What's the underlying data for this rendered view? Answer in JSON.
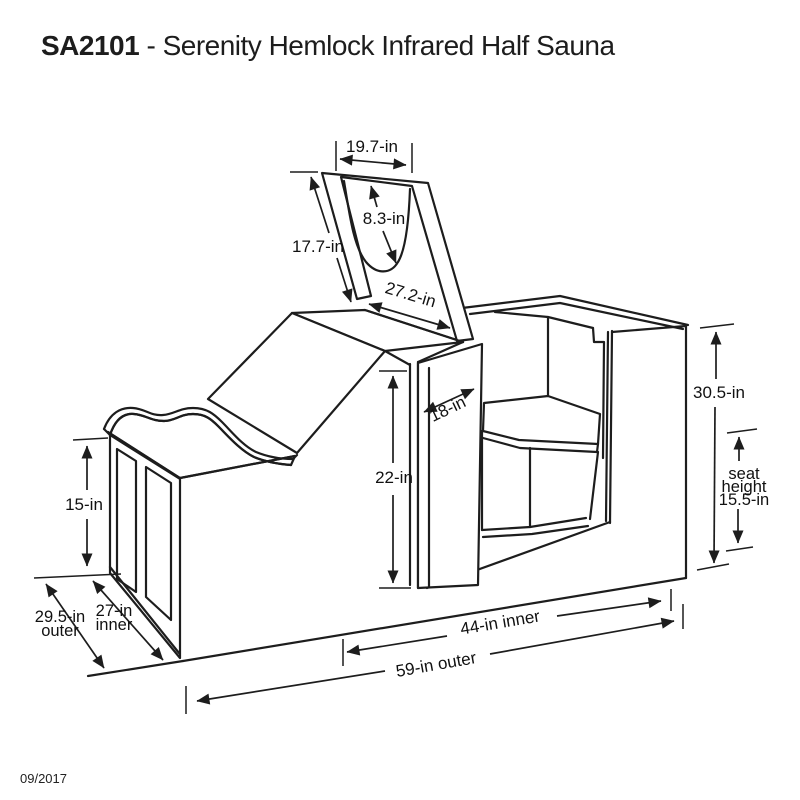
{
  "header": {
    "model": "SA2101",
    "title": " - Serenity Hemlock Infrared Half Sauna"
  },
  "footer": {
    "date": "09/2017"
  },
  "colors": {
    "line": "#1d1d1d",
    "background": "#ffffff"
  },
  "dimensions": {
    "lid_top_width": "19.7-in",
    "neck_cutout_depth": "8.3-in",
    "lid_length": "17.7-in",
    "lid_hinge_width": "27.2-in",
    "door_width": "18-in",
    "door_height": "22-in",
    "bench_height": "15-in",
    "overall_height": "30.5-in",
    "seat_height_label": [
      "seat",
      "height",
      "15.5-in"
    ],
    "depth_outer_label": [
      "29.5-in",
      "outer"
    ],
    "depth_inner_label": [
      "27-in",
      "inner"
    ],
    "width_inner": "44-in inner",
    "width_outer": "59-in outer"
  }
}
